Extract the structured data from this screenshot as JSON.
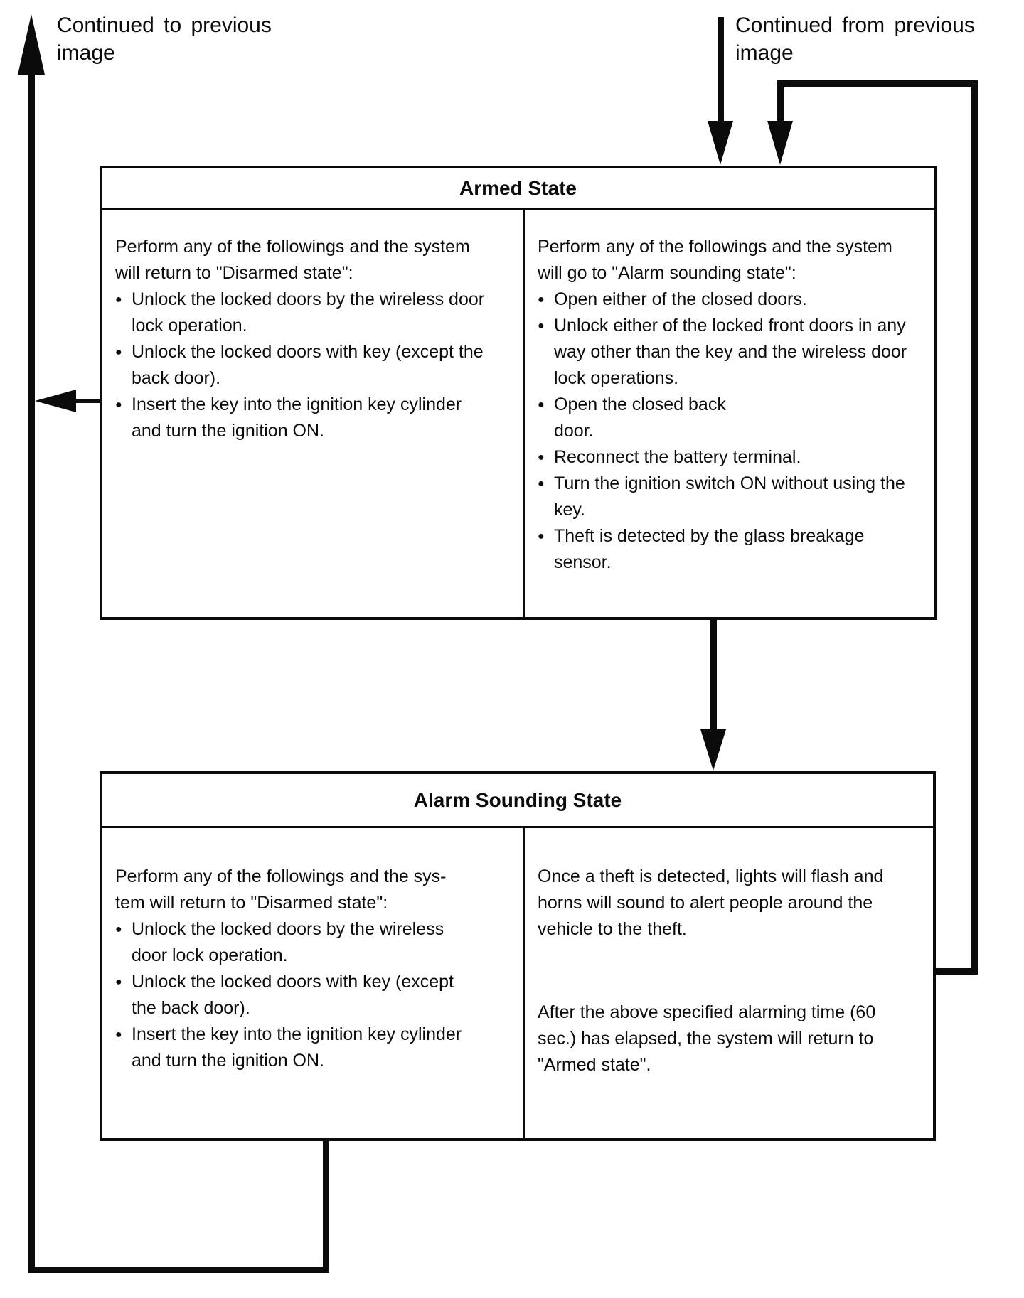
{
  "page": {
    "ink_color": "#0b0b0b",
    "continued_to_previous": "Continued to previous\nimage",
    "continued_from_previous": "Continued from previous\nimage"
  },
  "armed": {
    "title": "Armed State",
    "left": {
      "intro": "Perform any of the followings and the system\nwill return to \"Disarmed state\":",
      "bullets": [
        "Unlock the locked doors by the wireless door\nlock operation.",
        "Unlock the locked doors with key (except the\nback door).",
        "Insert the key into the ignition key cylinder\nand turn the ignition ON."
      ]
    },
    "right": {
      "intro": "Perform any of the followings and the system\nwill go to \"Alarm sounding state\":",
      "bullets": [
        "Open either of the closed doors.",
        "Unlock either of the locked front doors in any\nway other than the key and the wireless door\nlock operations.",
        "Open the closed back\ndoor.",
        "Reconnect the battery terminal.",
        "Turn the ignition switch ON without using the\nkey.",
        "Theft is detected by the glass breakage\nsensor."
      ]
    }
  },
  "alarm": {
    "title": "Alarm Sounding State",
    "left": {
      "intro": "Perform any of the followings and the sys-\ntem will return to \"Disarmed state\":",
      "bullets": [
        "Unlock the locked doors by the wireless\ndoor lock operation.",
        "Unlock the locked doors with key (except\nthe back door).",
        "Insert the key into the ignition key cylinder\nand turn the ignition ON."
      ]
    },
    "right": {
      "paragraphs": [
        "Once a theft is detected, lights will flash and\nhorns will sound to alert people around the\nvehicle to the theft.",
        "After the above specified alarming time (60\nsec.) has elapsed, the system will return to\n\"Armed state\"."
      ]
    }
  }
}
